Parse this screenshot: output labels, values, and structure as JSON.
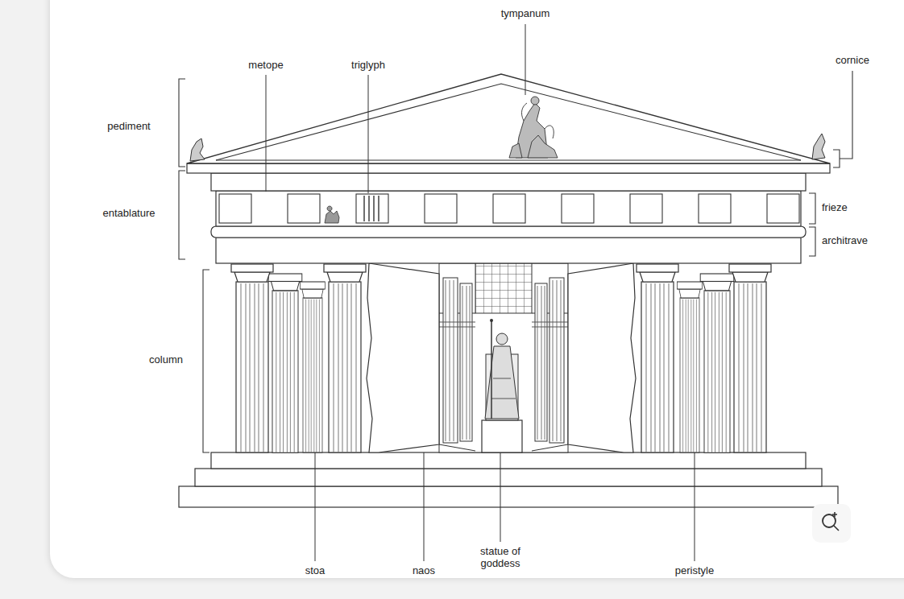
{
  "diagram": {
    "labels": [
      "tympanum",
      "metope",
      "triglyph",
      "cornice",
      "pediment",
      "entablature",
      "frieze",
      "architrave",
      "column",
      "stoa",
      "naos",
      "statue of goddess",
      "peristyle"
    ]
  }
}
